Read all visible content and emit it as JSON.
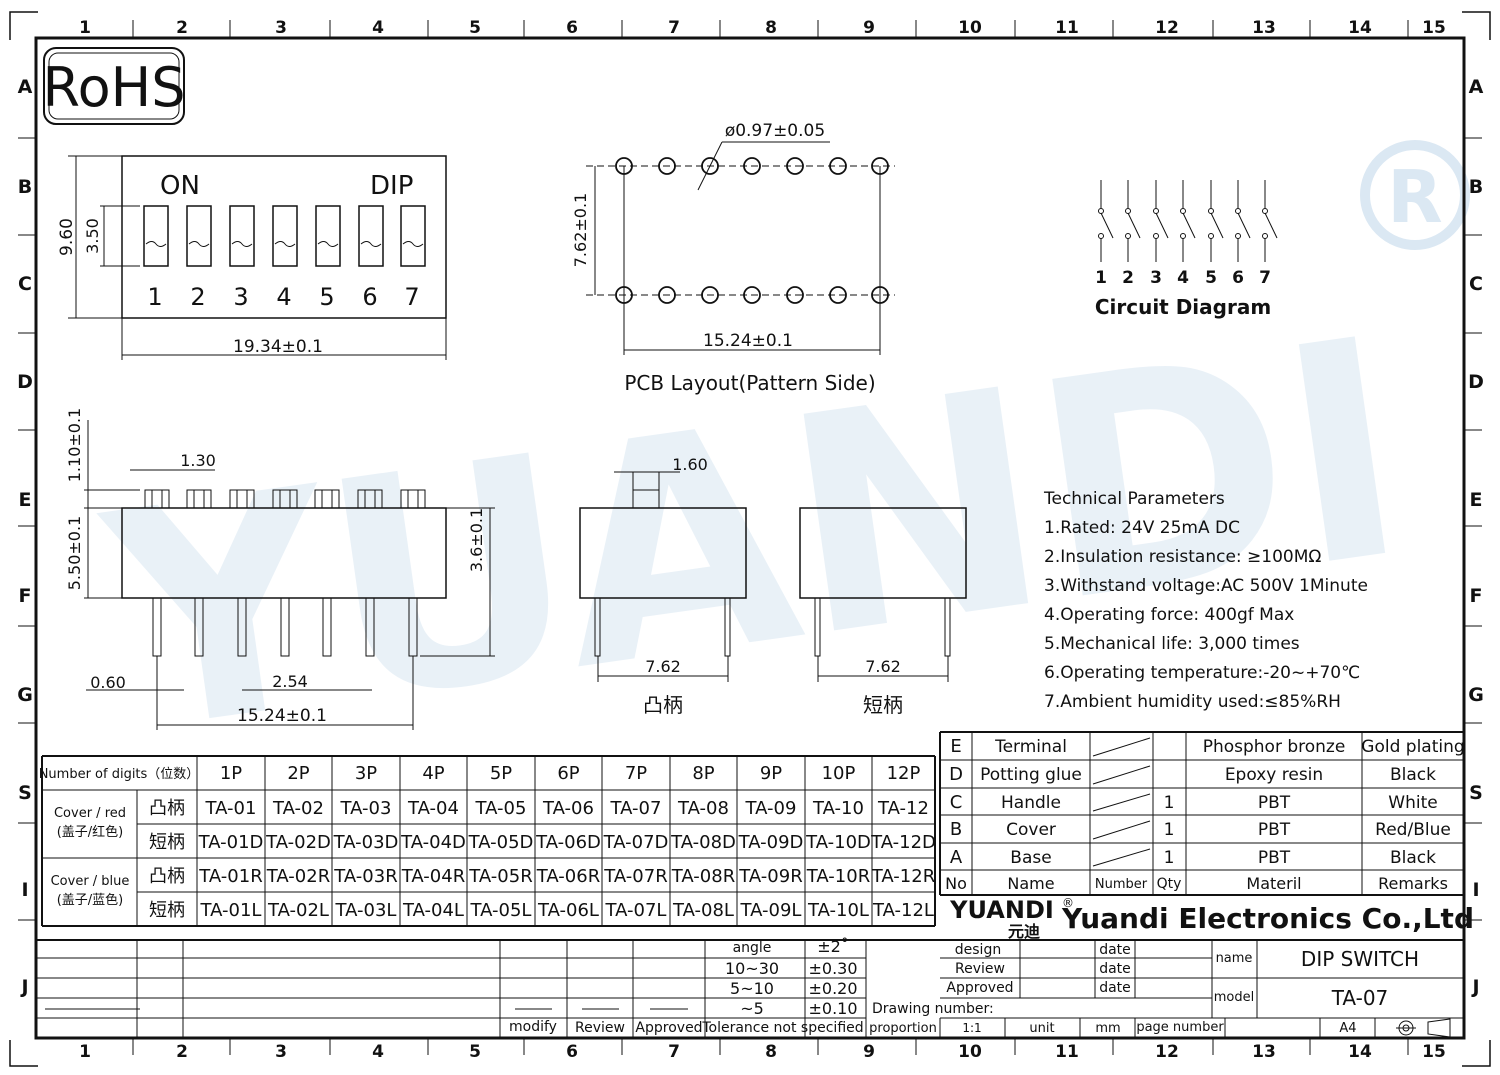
{
  "frame": {
    "col_numbers": [
      "1",
      "2",
      "3",
      "4",
      "5",
      "6",
      "7",
      "8",
      "9",
      "10",
      "11",
      "12",
      "13",
      "14",
      "15"
    ],
    "row_letters": [
      "A",
      "B",
      "C",
      "D",
      "E",
      "F",
      "G",
      "S",
      "I",
      "J"
    ]
  },
  "rohs": "RoHS",
  "top_view": {
    "on_label": "ON",
    "dip_label": "DIP",
    "positions": [
      "1",
      "2",
      "3",
      "4",
      "5",
      "6",
      "7"
    ],
    "dim_width": "19.34±0.1",
    "dim_height": "9.60",
    "dim_switch": "3.50"
  },
  "pcb": {
    "hole_dia": "ø0.97±0.05",
    "row_spacing": "7.62±0.1",
    "span": "15.24±0.1",
    "caption": "PCB  Layout(Pattern  Side)"
  },
  "circuit": {
    "numbers": [
      "1",
      "2",
      "3",
      "4",
      "5",
      "6",
      "7"
    ],
    "caption": "Circuit  Diagram"
  },
  "side_view": {
    "dim_pitch_top": "1.30",
    "dim_actuator": "1.10±0.1",
    "dim_body": "5.50±0.1",
    "dim_pin": "3.6±0.1",
    "dim_pin_w": "0.60",
    "dim_pitch": "2.54",
    "dim_span": "15.24±0.1"
  },
  "end_views": [
    {
      "dim_top": "1.60",
      "dim_width": "7.62",
      "caption": "凸柄"
    },
    {
      "dim_width": "7.62",
      "caption": "短柄"
    }
  ],
  "tech": {
    "title": "Technical Parameters",
    "lines": [
      "1.Rated: 24V 25mA  DC",
      "2.Insulation resistance: ≥100MΩ",
      "3.Withstand voltage:AC 500V 1Minute",
      "4.Operating force: 400gf Max",
      "5.Mechanical life: 3,000 times",
      "6.Operating temperature:-20~+70℃",
      "7.Ambient humidity used:≤85%RH"
    ]
  },
  "parts_table": {
    "header_label": "Number of digits（位数）",
    "digits": [
      "1P",
      "2P",
      "3P",
      "4P",
      "5P",
      "6P",
      "7P",
      "8P",
      "9P",
      "10P",
      "12P"
    ],
    "groups": [
      {
        "label_en": "Cover / red",
        "label_cn": "(盖子/红色)",
        "rows": [
          {
            "type": "凸柄",
            "codes": [
              "TA-01",
              "TA-02",
              "TA-03",
              "TA-04",
              "TA-05",
              "TA-06",
              "TA-07",
              "TA-08",
              "TA-09",
              "TA-10",
              "TA-12"
            ]
          },
          {
            "type": "短柄",
            "codes": [
              "TA-01D",
              "TA-02D",
              "TA-03D",
              "TA-04D",
              "TA-05D",
              "TA-06D",
              "TA-07D",
              "TA-08D",
              "TA-09D",
              "TA-10D",
              "TA-12D"
            ]
          }
        ]
      },
      {
        "label_en": "Cover / blue",
        "label_cn": "(盖子/蓝色)",
        "rows": [
          {
            "type": "凸柄",
            "codes": [
              "TA-01R",
              "TA-02R",
              "TA-03R",
              "TA-04R",
              "TA-05R",
              "TA-06R",
              "TA-07R",
              "TA-08R",
              "TA-09R",
              "TA-10R",
              "TA-12R"
            ]
          },
          {
            "type": "短柄",
            "codes": [
              "TA-01L",
              "TA-02L",
              "TA-03L",
              "TA-04L",
              "TA-05L",
              "TA-06L",
              "TA-07L",
              "TA-08L",
              "TA-09L",
              "TA-10L",
              "TA-12L"
            ]
          }
        ]
      }
    ]
  },
  "bom": {
    "rows": [
      {
        "no": "E",
        "name": "Terminal",
        "qty": "",
        "material": "Phosphor bronze",
        "remarks": "Gold plating"
      },
      {
        "no": "D",
        "name": "Potting glue",
        "qty": "",
        "material": "Epoxy resin",
        "remarks": "Black"
      },
      {
        "no": "C",
        "name": "Handle",
        "qty": "1",
        "material": "PBT",
        "remarks": "White"
      },
      {
        "no": "B",
        "name": "Cover",
        "qty": "1",
        "material": "PBT",
        "remarks": "Red/Blue"
      },
      {
        "no": "A",
        "name": "Base",
        "qty": "1",
        "material": "PBT",
        "remarks": "Black"
      }
    ],
    "header": {
      "no": "No",
      "name": "Name",
      "number": "Number",
      "qty": "Qty",
      "material": "Materil",
      "remarks": "Remarks"
    }
  },
  "title_block": {
    "logo_en": "YUANDI",
    "logo_cn": "元迪",
    "reg": "®",
    "company": "Yuandi Electronics Co.,Ltd",
    "design": "design",
    "review": "Review",
    "approved": "Approved",
    "date": "date",
    "name_label": "name",
    "name_value": "DIP SWITCH",
    "model_label": "model",
    "model_value": "TA-07",
    "drawing_number": "Drawing number:",
    "proportion": "proportion",
    "scale": "1:1",
    "unit": "unit",
    "unit_value": "mm",
    "page_number": "page number",
    "paper": "A4"
  },
  "tolerance": {
    "rows": [
      {
        "range": "angle",
        "tol": "±2˚"
      },
      {
        "range": "10~30",
        "tol": "±0.30"
      },
      {
        "range": "5~10",
        "tol": "±0.20"
      },
      {
        "range": "~5",
        "tol": "±0.10"
      }
    ],
    "caption": "Tolerance not specified",
    "modify": "modify",
    "review": "Review",
    "approved": "Approved"
  },
  "watermark": "YUANDI"
}
